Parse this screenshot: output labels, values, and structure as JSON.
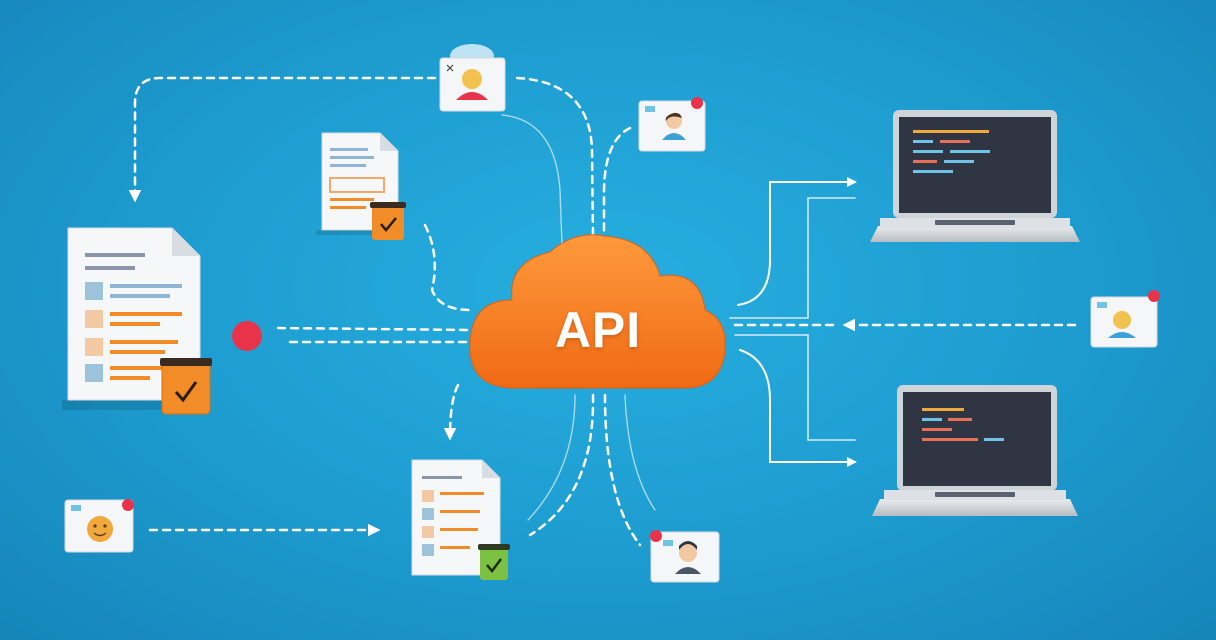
{
  "diagram": {
    "center_label": "API",
    "colors": {
      "background": "#1d9bcf",
      "cloud": "#f57c1f",
      "connector": "#ffffff",
      "notification_dot": "#e8334a",
      "badge_orange": "#f28c28",
      "badge_green": "#7cc142",
      "screen": "#2f3542"
    },
    "nodes": [
      {
        "id": "api-cloud",
        "kind": "cloud",
        "icon": "cloud-icon"
      },
      {
        "id": "document-large-left",
        "kind": "document",
        "icon": "document-icon",
        "badge": "check-badge-icon"
      },
      {
        "id": "document-top",
        "kind": "document",
        "icon": "document-icon",
        "badge": "check-badge-icon"
      },
      {
        "id": "document-bottom",
        "kind": "document",
        "icon": "document-icon",
        "badge": "check-badge-icon"
      },
      {
        "id": "laptop-top",
        "kind": "laptop",
        "icon": "laptop-icon"
      },
      {
        "id": "laptop-bottom",
        "kind": "laptop",
        "icon": "laptop-icon"
      },
      {
        "id": "user-card-top",
        "kind": "user-card",
        "icon": "user-avatar-icon"
      },
      {
        "id": "user-card-top-right",
        "kind": "user-card",
        "icon": "user-avatar-icon"
      },
      {
        "id": "user-card-right",
        "kind": "user-card",
        "icon": "user-avatar-icon"
      },
      {
        "id": "user-card-bottom-left",
        "kind": "user-card",
        "icon": "user-avatar-icon"
      },
      {
        "id": "user-card-bottom",
        "kind": "user-card",
        "icon": "user-avatar-icon"
      }
    ]
  }
}
